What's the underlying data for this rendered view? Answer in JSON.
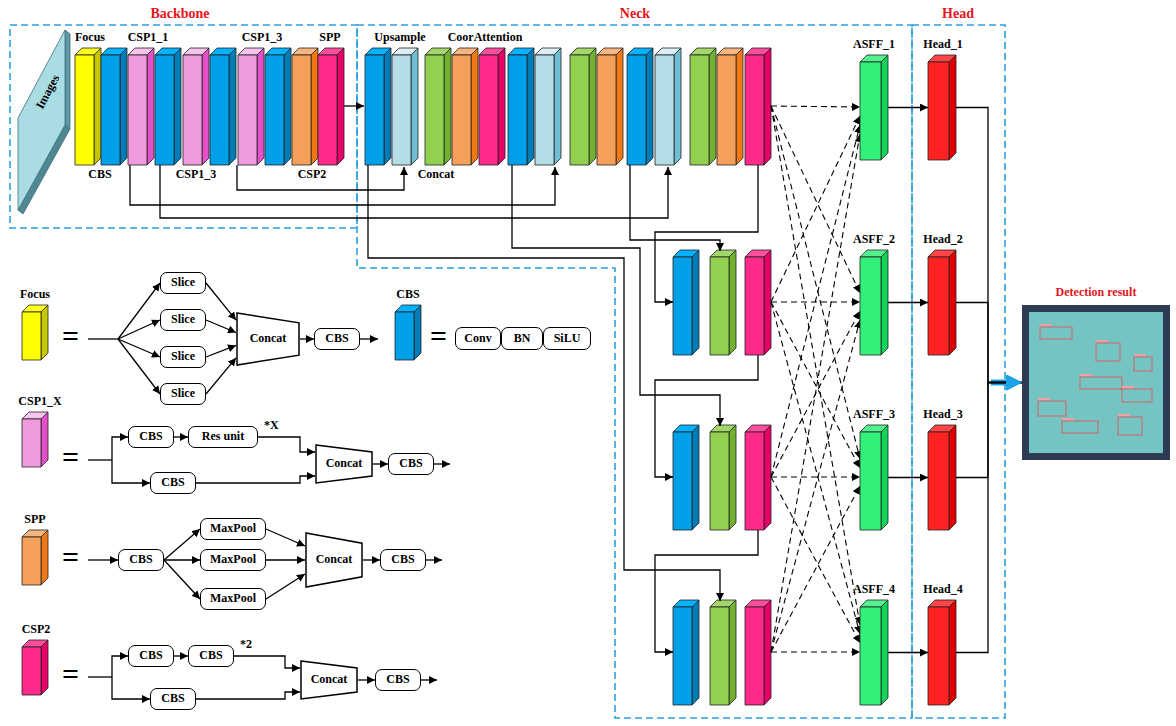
{
  "diagram": {
    "nodes": [
      {
        "text": [
          "Images"
        ]
      },
      {
        "text": [
          "Focus"
        ]
      },
      {
        "text": [
          "CBS"
        ]
      },
      {
        "text": [
          "CSP1_1"
        ]
      },
      {
        "text": [
          "CSP1_3"
        ]
      },
      {
        "text": [
          "CSP1_3"
        ]
      },
      {
        "text": [
          "SPP"
        ]
      },
      {
        "text": [
          "CSP2"
        ]
      },
      {
        "text": [
          "Upsample"
        ]
      },
      {
        "text": [
          "Concat"
        ]
      },
      {
        "text": [
          "CoorAttention"
        ]
      },
      {
        "text": [
          "ASFF_1"
        ]
      },
      {
        "text": [
          "Head_1"
        ]
      },
      {
        "text": [
          "ASFF_2"
        ]
      },
      {
        "text": [
          "Head_2"
        ]
      },
      {
        "text": [
          "ASFF_3"
        ]
      },
      {
        "text": [
          "Head_3"
        ]
      },
      {
        "text": [
          "ASFF_4"
        ]
      },
      {
        "text": [
          "Head_4"
        ]
      },
      {
        "text": [
          "Detection result"
        ]
      },
      {
        "text": [
          "Focus"
        ]
      },
      {
        "text": [
          "Slice"
        ]
      },
      {
        "text": [
          "Slice"
        ]
      },
      {
        "text": [
          "Slice"
        ]
      },
      {
        "text": [
          "Slice"
        ]
      },
      {
        "text": [
          "Concat"
        ]
      },
      {
        "text": [
          "CBS"
        ]
      },
      {
        "text": [
          "CBS"
        ]
      },
      {
        "text": [
          "Conv"
        ]
      },
      {
        "text": [
          "BN"
        ]
      },
      {
        "text": [
          "SiLU"
        ]
      },
      {
        "text": [
          "CSP1_X"
        ]
      },
      {
        "text": [
          "CBS"
        ]
      },
      {
        "text": [
          "Res unit"
        ]
      },
      {
        "text": [
          "CBS"
        ]
      },
      {
        "text": [
          "Concat"
        ]
      },
      {
        "text": [
          "CBS"
        ]
      },
      {
        "text": [
          "SPP"
        ]
      },
      {
        "text": [
          "CBS"
        ]
      },
      {
        "text": [
          "MaxPool"
        ]
      },
      {
        "text": [
          "MaxPool"
        ]
      },
      {
        "text": [
          "MaxPool"
        ]
      },
      {
        "text": [
          "Concat"
        ]
      },
      {
        "text": [
          "CBS"
        ]
      },
      {
        "text": [
          "CSP2"
        ]
      },
      {
        "text": [
          "CBS"
        ]
      },
      {
        "text": [
          "CBS"
        ]
      },
      {
        "text": [
          "CBS"
        ]
      },
      {
        "text": [
          "Concat"
        ]
      },
      {
        "text": [
          "CBS"
        ]
      }
    ],
    "edges": [
      {
        "from": 11,
        "to": 12,
        "arrow": "to"
      },
      {
        "from": 13,
        "to": 14,
        "arrow": "to"
      },
      {
        "from": 15,
        "to": 16,
        "arrow": "to"
      },
      {
        "from": 17,
        "to": 18,
        "arrow": "to"
      },
      {
        "from": 12,
        "to": 19,
        "arrow": "to"
      },
      {
        "from": 14,
        "to": 19,
        "arrow": "to"
      },
      {
        "from": 16,
        "to": 19,
        "arrow": "to"
      },
      {
        "from": 18,
        "to": 19,
        "arrow": "to"
      },
      {
        "from": 21,
        "to": 25,
        "arrow": "to"
      },
      {
        "from": 22,
        "to": 25,
        "arrow": "to"
      },
      {
        "from": 23,
        "to": 25,
        "arrow": "to"
      },
      {
        "from": 24,
        "to": 25,
        "arrow": "to"
      },
      {
        "from": 25,
        "to": 26,
        "arrow": "to"
      },
      {
        "from": 32,
        "to": 33,
        "arrow": "to"
      },
      {
        "from": 33,
        "to": 35,
        "label": "*X",
        "arrow": "to"
      },
      {
        "from": 34,
        "to": 35,
        "arrow": "to"
      },
      {
        "from": 35,
        "to": 36,
        "arrow": "to"
      },
      {
        "from": 38,
        "to": 39,
        "arrow": "to"
      },
      {
        "from": 38,
        "to": 40,
        "arrow": "to"
      },
      {
        "from": 38,
        "to": 41,
        "arrow": "to"
      },
      {
        "from": 39,
        "to": 42,
        "arrow": "to"
      },
      {
        "from": 40,
        "to": 42,
        "arrow": "to"
      },
      {
        "from": 41,
        "to": 42,
        "arrow": "to"
      },
      {
        "from": 42,
        "to": 43,
        "arrow": "to"
      },
      {
        "from": 45,
        "to": 46,
        "arrow": "to"
      },
      {
        "from": 46,
        "to": 48,
        "label": "*2",
        "arrow": "to"
      },
      {
        "from": 47,
        "to": 48,
        "arrow": "to"
      },
      {
        "from": 48,
        "to": 49,
        "arrow": "to"
      }
    ],
    "labels": [
      "Backbone",
      "Neck",
      "Head",
      "=",
      "=",
      "=",
      "=",
      "="
    ]
  }
}
